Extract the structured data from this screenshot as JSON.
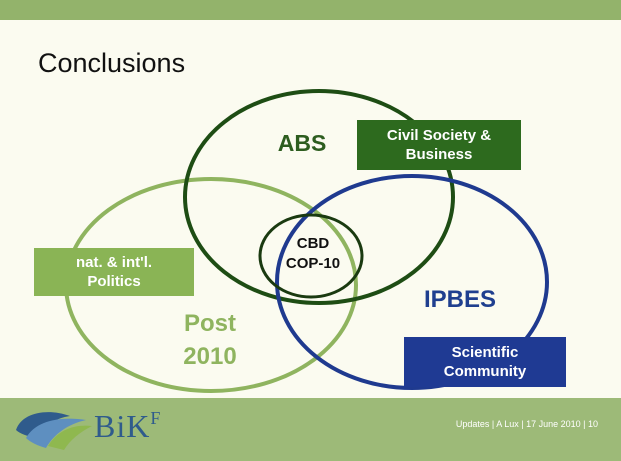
{
  "title": "Conclusions",
  "circles": {
    "abs": {
      "label": "ABS",
      "color": "#2d5d1f"
    },
    "ipbes": {
      "label": "IPBES",
      "color": "#1f3f8f"
    },
    "post2010": {
      "line1": "Post",
      "line2": "2010",
      "color": "#8fb45f"
    },
    "center": {
      "line1": "CBD",
      "line2": "COP-10",
      "color": "#1a3a10"
    }
  },
  "boxes": {
    "civil_society": {
      "line1": "Civil Society &",
      "line2": "Business",
      "color": "#2d6a1e"
    },
    "politics": {
      "line1": "nat. & int'l.",
      "line2": "Politics",
      "color": "#8ab455"
    },
    "science": {
      "line1": "Scientific",
      "line2": "Community",
      "color": "#1f3a93"
    }
  },
  "footer": {
    "logo": {
      "text": "BiK",
      "superscript": "F",
      "color": "#2f5b8c"
    },
    "info": "Updates  |  A Lux  |  17 June 2010  |  10"
  },
  "colors": {
    "top_bar": "#93b36b",
    "footer": "#9dba78",
    "background": "#fbfbf0"
  }
}
